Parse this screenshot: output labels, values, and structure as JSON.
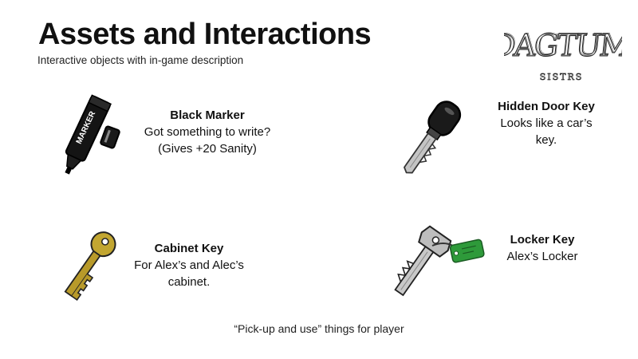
{
  "header": {
    "title": "Assets and Interactions",
    "subtitle": "Interactive objects with in-game description"
  },
  "logo": {
    "text": "DAGTUM",
    "subtext": "SISTRS",
    "icon": "game-logo"
  },
  "items": [
    {
      "name": "Black Marker",
      "lines": [
        "Got something to write?",
        "(Gives +20 Sanity)"
      ],
      "label_on_object": "MARKER",
      "icon": "marker-icon",
      "color": "#111111"
    },
    {
      "name": "Hidden Door Key",
      "lines": [
        "Looks like a car’s",
        "key."
      ],
      "icon": "car-key-icon",
      "color": "#1a1a1a"
    },
    {
      "name": "Cabinet Key",
      "lines": [
        "For Alex’s and Alec’s",
        "cabinet."
      ],
      "icon": "gold-key-icon",
      "color": "#b8a02a"
    },
    {
      "name": "Locker Key",
      "lines": [
        "Alex’s Locker"
      ],
      "icon": "locker-key-icon",
      "color": "#2e9a3a"
    }
  ],
  "footer": "“Pick-up and use” things for player"
}
